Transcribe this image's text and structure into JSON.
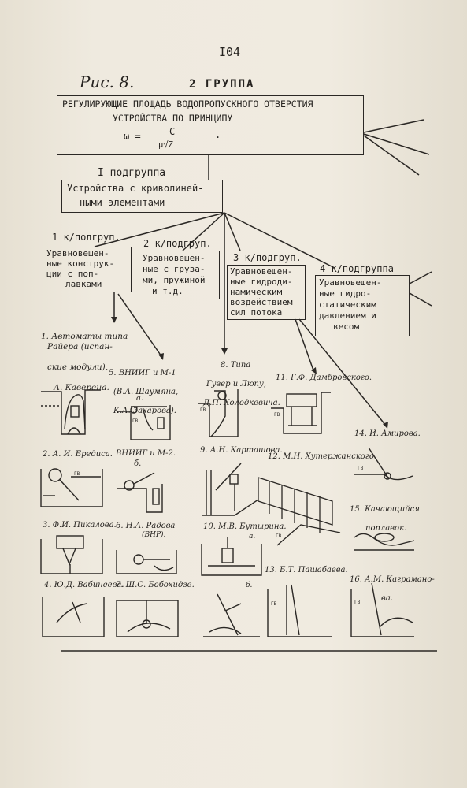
{
  "page_number": "I04",
  "figure_label": "Рис. 8.",
  "group_title": "2 ГРУППА",
  "main_box": {
    "line1": "РЕГУЛИРУЮЩИЕ ПЛОЩАДЬ ВОДОПРОПУСКНОГО ОТВЕРСТИЯ",
    "line2": "УСТРОЙСТВА ПО ПРИНЦИПУ",
    "formula_lhs": "ω =",
    "formula_num": "C",
    "formula_den": "μ√Z",
    "formula_end": "."
  },
  "subgroup": {
    "label": "I подгруппа",
    "line1": "Устройства с криволиней-",
    "line2": "ными элементами"
  },
  "sub_subgroups": [
    {
      "label": "1 к/подгруп.",
      "lines": [
        "Уравновешен-",
        "ные конструк-",
        "ции с поп-",
        "лавками"
      ]
    },
    {
      "label": "2 к/подгруп.",
      "lines": [
        "Уравновешен-",
        "ные с груза-",
        "ми, пружиной",
        "и т.д."
      ]
    },
    {
      "label": "3 к/подгруп.",
      "lines": [
        "Уравновешен-",
        "ные гидроди-",
        "намическим",
        "воздействием",
        "сил потока"
      ]
    },
    {
      "label": "4 к/подгруппа",
      "lines": [
        "Уравновешен-",
        "ные гидро-",
        "статическим",
        "давлением и",
        "весом"
      ]
    }
  ],
  "captions": {
    "c1": [
      "1. Автоматы типа",
      "Райера (испан-",
      "ские модули),",
      "А. Каверена."
    ],
    "c5": [
      "5. ВНИИГ и М-1",
      "(В.А. Шаумяна,",
      "К.А. Захарова)."
    ],
    "c5a": "а.",
    "c8": [
      "8. Типа",
      "Гувер и Люпу,",
      "Д.П. Холодкевича."
    ],
    "c11": "11. Г.Ф. Дамбровского.",
    "c2": "2. А. И. Бредиса.",
    "c2b": "ВНИИГ и М-2.",
    "c2b_sub": "б.",
    "c9": "9. А.Н. Карташова.",
    "c12": "12. М.Н. Хутержанского.",
    "c14": "14. И. Амирова.",
    "c15": [
      "15. Качающийся",
      "поплавок."
    ],
    "c3": "3. Ф.И. Пикалова.",
    "c6": "6. Н.А. Радова",
    "c6_sub": "(ВНР).",
    "c10": "10. М.В. Бутырина.",
    "c10a": "а.",
    "c4": "4. Ю.Д. Вабинеева.",
    "c7": "7. Ш.С. Бобохидзе.",
    "c13": "13. Б.Т. Пашабаева.",
    "c16": [
      "16. А.М. Каграмано-",
      "ва."
    ],
    "c10b": "б."
  },
  "level_label": "ГВ"
}
